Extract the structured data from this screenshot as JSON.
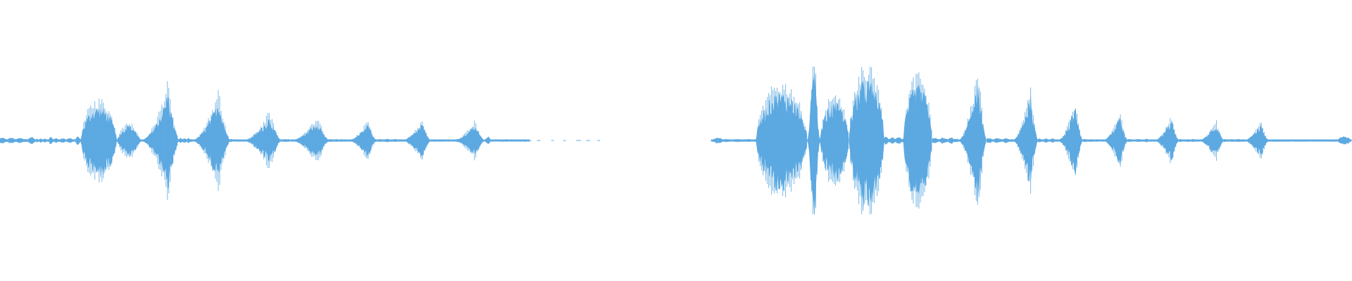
{
  "waveform": {
    "color": "#5DA9E1",
    "background": "#FFFFFF",
    "segments": [
      {
        "start": 0.0,
        "end": 0.045,
        "peak": 0.06,
        "shape": "flat"
      },
      {
        "start": 0.045,
        "end": 0.06,
        "peak": 0.05,
        "shape": "burst"
      },
      {
        "start": 0.06,
        "end": 0.08,
        "peak": 0.04,
        "shape": "flat"
      },
      {
        "start": 0.08,
        "end": 0.09,
        "peak": 0.05,
        "shape": "burst"
      },
      {
        "start": 0.09,
        "end": 0.125,
        "peak": 0.05,
        "shape": "flat"
      },
      {
        "start": 0.125,
        "end": 0.135,
        "peak": 0.06,
        "shape": "burst"
      },
      {
        "start": 0.135,
        "end": 0.195,
        "peak": 0.5,
        "shape": "blob"
      },
      {
        "start": 0.195,
        "end": 0.235,
        "peak": 0.22,
        "shape": "burst"
      },
      {
        "start": 0.235,
        "end": 0.3,
        "peak": 0.7,
        "shape": "rise"
      },
      {
        "start": 0.3,
        "end": 0.32,
        "peak": 0.05,
        "shape": "flat"
      },
      {
        "start": 0.32,
        "end": 0.385,
        "peak": 0.62,
        "shape": "rise"
      },
      {
        "start": 0.385,
        "end": 0.405,
        "peak": 0.03,
        "shape": "flat"
      },
      {
        "start": 0.405,
        "end": 0.47,
        "peak": 0.36,
        "shape": "rise"
      },
      {
        "start": 0.47,
        "end": 0.485,
        "peak": 0.03,
        "shape": "flat"
      },
      {
        "start": 0.485,
        "end": 0.55,
        "peak": 0.3,
        "shape": "rise"
      },
      {
        "start": 0.55,
        "end": 0.58,
        "peak": 0.03,
        "shape": "flat"
      },
      {
        "start": 0.58,
        "end": 0.63,
        "peak": 0.25,
        "shape": "rise"
      },
      {
        "start": 0.63,
        "end": 0.67,
        "peak": 0.03,
        "shape": "flat"
      },
      {
        "start": 0.67,
        "end": 0.72,
        "peak": 0.25,
        "shape": "rise"
      },
      {
        "start": 0.72,
        "end": 0.755,
        "peak": 0.02,
        "shape": "flat"
      },
      {
        "start": 0.755,
        "end": 0.81,
        "peak": 0.24,
        "shape": "rise"
      },
      {
        "start": 0.81,
        "end": 0.82,
        "peak": 0.06,
        "shape": "burst"
      },
      {
        "start": 0.82,
        "end": 0.885,
        "peak": 0.02,
        "shape": "flat"
      },
      {
        "start": 0.885,
        "end": 1.0,
        "peak": 0.01,
        "shape": "dots"
      }
    ],
    "segments_right": [
      {
        "start": 0.0,
        "end": 0.02,
        "peak": 0.04,
        "shape": "burst"
      },
      {
        "start": 0.02,
        "end": 0.07,
        "peak": 0.03,
        "shape": "flat"
      },
      {
        "start": 0.07,
        "end": 0.15,
        "peak": 0.7,
        "shape": "blob"
      },
      {
        "start": 0.15,
        "end": 0.17,
        "peak": 1.0,
        "shape": "spike"
      },
      {
        "start": 0.17,
        "end": 0.215,
        "peak": 0.55,
        "shape": "blob"
      },
      {
        "start": 0.215,
        "end": 0.27,
        "peak": 0.9,
        "shape": "blob"
      },
      {
        "start": 0.27,
        "end": 0.3,
        "peak": 0.08,
        "shape": "flat"
      },
      {
        "start": 0.3,
        "end": 0.345,
        "peak": 0.8,
        "shape": "blob"
      },
      {
        "start": 0.345,
        "end": 0.385,
        "peak": 0.06,
        "shape": "flat"
      },
      {
        "start": 0.385,
        "end": 0.43,
        "peak": 0.92,
        "shape": "rise"
      },
      {
        "start": 0.43,
        "end": 0.47,
        "peak": 0.05,
        "shape": "flat"
      },
      {
        "start": 0.47,
        "end": 0.51,
        "peak": 0.7,
        "shape": "rise"
      },
      {
        "start": 0.51,
        "end": 0.54,
        "peak": 0.04,
        "shape": "flat"
      },
      {
        "start": 0.54,
        "end": 0.58,
        "peak": 0.5,
        "shape": "rise"
      },
      {
        "start": 0.58,
        "end": 0.61,
        "peak": 0.03,
        "shape": "flat"
      },
      {
        "start": 0.61,
        "end": 0.65,
        "peak": 0.36,
        "shape": "rise"
      },
      {
        "start": 0.65,
        "end": 0.69,
        "peak": 0.03,
        "shape": "flat"
      },
      {
        "start": 0.69,
        "end": 0.73,
        "peak": 0.3,
        "shape": "rise"
      },
      {
        "start": 0.73,
        "end": 0.76,
        "peak": 0.03,
        "shape": "flat"
      },
      {
        "start": 0.76,
        "end": 0.8,
        "peak": 0.26,
        "shape": "rise"
      },
      {
        "start": 0.8,
        "end": 0.83,
        "peak": 0.03,
        "shape": "flat"
      },
      {
        "start": 0.83,
        "end": 0.87,
        "peak": 0.24,
        "shape": "rise"
      },
      {
        "start": 0.87,
        "end": 0.975,
        "peak": 0.02,
        "shape": "flat"
      },
      {
        "start": 0.975,
        "end": 1.0,
        "peak": 0.06,
        "shape": "burst"
      }
    ]
  }
}
